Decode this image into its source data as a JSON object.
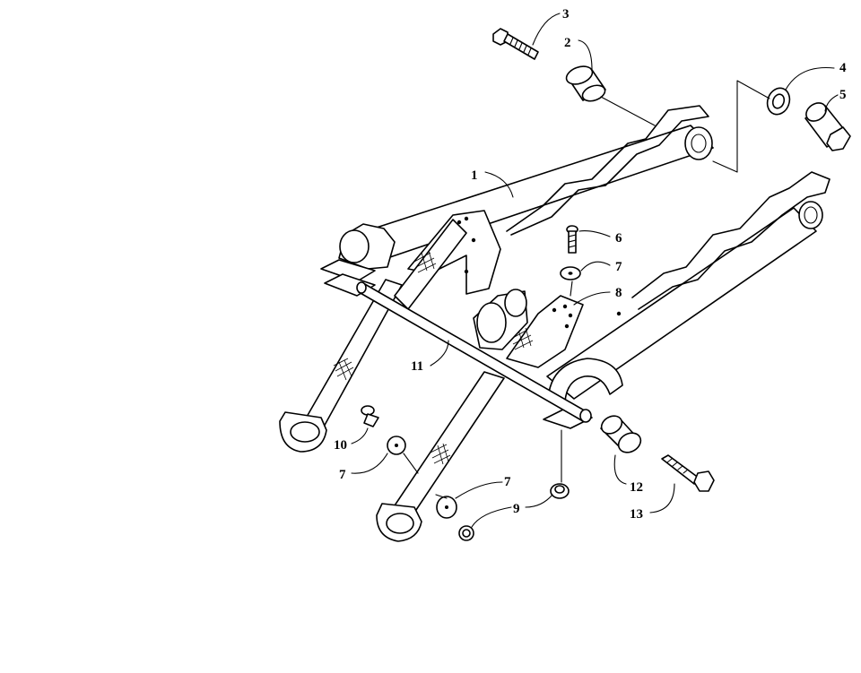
{
  "callouts": [
    {
      "id": "c1",
      "text": "1"
    },
    {
      "id": "c2",
      "text": "2"
    },
    {
      "id": "c3",
      "text": "3"
    },
    {
      "id": "c4",
      "text": "4"
    },
    {
      "id": "c5",
      "text": "5"
    },
    {
      "id": "c6",
      "text": "6"
    },
    {
      "id": "c7a",
      "text": "7"
    },
    {
      "id": "c7b",
      "text": "7"
    },
    {
      "id": "c7c",
      "text": "7"
    },
    {
      "id": "c8",
      "text": "8"
    },
    {
      "id": "c9",
      "text": "9"
    },
    {
      "id": "c10",
      "text": "10"
    },
    {
      "id": "c11",
      "text": "11"
    },
    {
      "id": "c12",
      "text": "12"
    },
    {
      "id": "c13",
      "text": "13"
    }
  ]
}
